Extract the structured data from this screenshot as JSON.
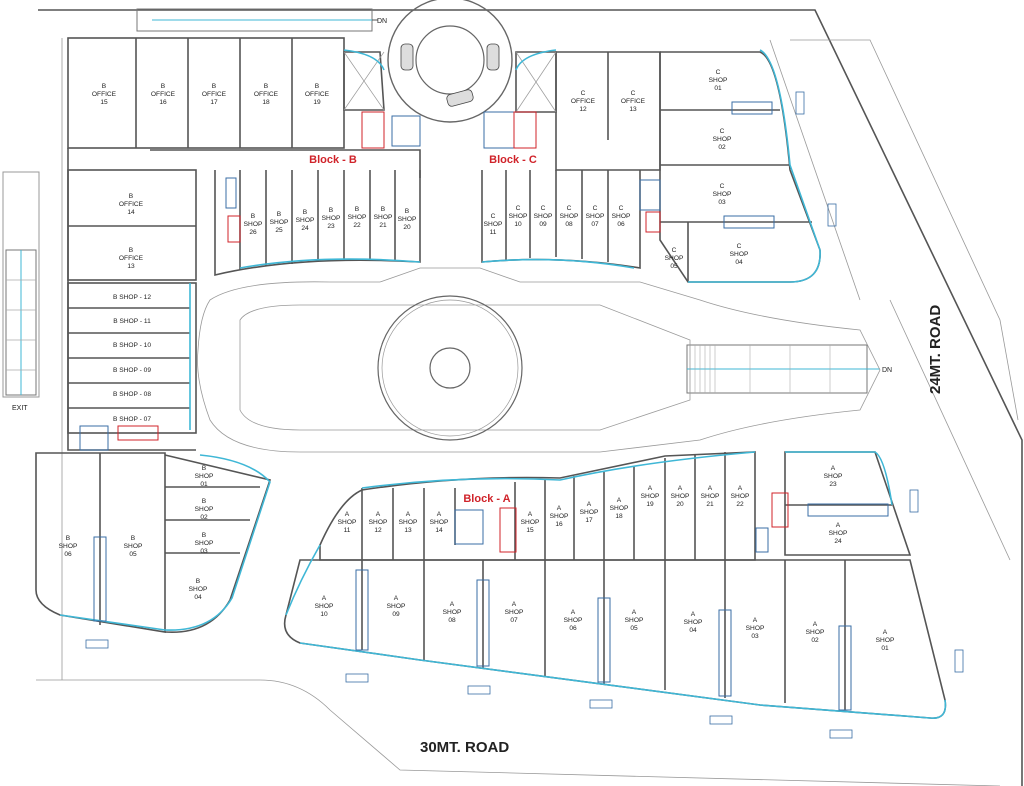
{
  "roads": {
    "south": "30MT. ROAD",
    "east": "24MT. ROAD"
  },
  "markers": {
    "dn_top": "DN",
    "dn_right": "DN",
    "exit": "EXIT"
  },
  "blocks": {
    "a": "Block - A",
    "b": "Block - B",
    "c": "Block - C"
  },
  "units": {
    "b_office_15": [
      "B",
      "OFFICE",
      "15"
    ],
    "b_office_16": [
      "B",
      "OFFICE",
      "16"
    ],
    "b_office_17": [
      "B",
      "OFFICE",
      "17"
    ],
    "b_office_18": [
      "B",
      "OFFICE",
      "18"
    ],
    "b_office_19": [
      "B",
      "OFFICE",
      "19"
    ],
    "b_office_14": [
      "B",
      "OFFICE",
      "14"
    ],
    "b_office_13": [
      "B",
      "OFFICE",
      "13"
    ],
    "b_shop_26": [
      "B",
      "SHOP",
      "26"
    ],
    "b_shop_25": [
      "B",
      "SHOP",
      "25"
    ],
    "b_shop_24": [
      "B",
      "SHOP",
      "24"
    ],
    "b_shop_23": [
      "B",
      "SHOP",
      "23"
    ],
    "b_shop_22": [
      "B",
      "SHOP",
      "22"
    ],
    "b_shop_21": [
      "B",
      "SHOP",
      "21"
    ],
    "b_shop_20": [
      "B",
      "SHOP",
      "20"
    ],
    "b_shop_12": "B SHOP - 12",
    "b_shop_11": "B SHOP - 11",
    "b_shop_10": "B SHOP - 10",
    "b_shop_09": "B SHOP - 09",
    "b_shop_08": "B SHOP - 08",
    "b_shop_07": "B SHOP - 07",
    "b_shop_01": [
      "B",
      "SHOP",
      "01"
    ],
    "b_shop_02": [
      "B",
      "SHOP",
      "02"
    ],
    "b_shop_03": [
      "B",
      "SHOP",
      "03"
    ],
    "b_shop_04": [
      "B",
      "SHOP",
      "04"
    ],
    "b_shop_05": [
      "B",
      "SHOP",
      "05"
    ],
    "b_shop_06": [
      "B",
      "SHOP",
      "06"
    ],
    "c_office_12": [
      "C",
      "OFFICE",
      "12"
    ],
    "c_office_13": [
      "C",
      "OFFICE",
      "13"
    ],
    "c_shop_11": [
      "C",
      "SHOP",
      "11"
    ],
    "c_shop_10": [
      "C",
      "SHOP",
      "10"
    ],
    "c_shop_09": [
      "C",
      "SHOP",
      "09"
    ],
    "c_shop_08": [
      "C",
      "SHOP",
      "08"
    ],
    "c_shop_07": [
      "C",
      "SHOP",
      "07"
    ],
    "c_shop_06": [
      "C",
      "SHOP",
      "06"
    ],
    "c_shop_05": [
      "C",
      "SHOP",
      "05"
    ],
    "c_shop_04": [
      "C",
      "SHOP",
      "04"
    ],
    "c_shop_03": [
      "C",
      "SHOP",
      "03"
    ],
    "c_shop_02": [
      "C",
      "SHOP",
      "02"
    ],
    "c_shop_01": [
      "C",
      "SHOP",
      "01"
    ],
    "a_shop_11": [
      "A",
      "SHOP",
      "11"
    ],
    "a_shop_12": [
      "A",
      "SHOP",
      "12"
    ],
    "a_shop_13": [
      "A",
      "SHOP",
      "13"
    ],
    "a_shop_14": [
      "A",
      "SHOP",
      "14"
    ],
    "a_shop_15": [
      "A",
      "SHOP",
      "15"
    ],
    "a_shop_16": [
      "A",
      "SHOP",
      "16"
    ],
    "a_shop_17": [
      "A",
      "SHOP",
      "17"
    ],
    "a_shop_18": [
      "A",
      "SHOP",
      "18"
    ],
    "a_shop_19": [
      "A",
      "SHOP",
      "19"
    ],
    "a_shop_20": [
      "A",
      "SHOP",
      "20"
    ],
    "a_shop_21": [
      "A",
      "SHOP",
      "21"
    ],
    "a_shop_22": [
      "A",
      "SHOP",
      "22"
    ],
    "a_shop_23": [
      "A",
      "SHOP",
      "23"
    ],
    "a_shop_24": [
      "A",
      "SHOP",
      "24"
    ],
    "a_shop_10": [
      "A",
      "SHOP",
      "10"
    ],
    "a_shop_09": [
      "A",
      "SHOP",
      "09"
    ],
    "a_shop_08": [
      "A",
      "SHOP",
      "08"
    ],
    "a_shop_07": [
      "A",
      "SHOP",
      "07"
    ],
    "a_shop_06": [
      "A",
      "SHOP",
      "06"
    ],
    "a_shop_05": [
      "A",
      "SHOP",
      "05"
    ],
    "a_shop_04": [
      "A",
      "SHOP",
      "04"
    ],
    "a_shop_03": [
      "A",
      "SHOP",
      "03"
    ],
    "a_shop_02": [
      "A",
      "SHOP",
      "02"
    ],
    "a_shop_01": [
      "A",
      "SHOP",
      "01"
    ]
  },
  "colors": {
    "wall": "#555555",
    "glazing": "#3fb7d6",
    "block_label": "#d0232a",
    "stair": "#3a6ea5"
  }
}
